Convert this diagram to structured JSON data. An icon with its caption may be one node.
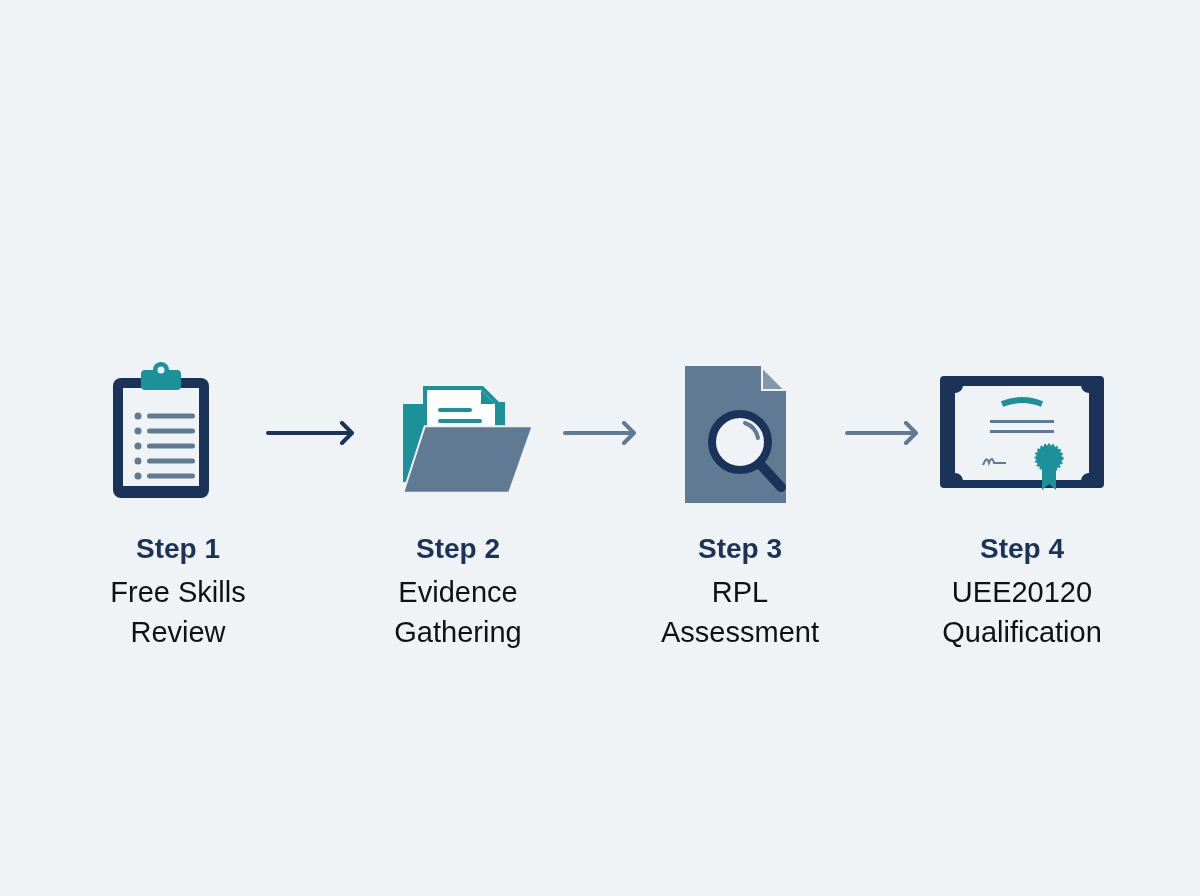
{
  "diagram": {
    "nodes": [
      {
        "text": [
          "Step 1",
          "Free Skills Review"
        ]
      },
      {
        "text": [
          "Step 2",
          "Evidence Gathering"
        ]
      },
      {
        "text": [
          "Step 3",
          "RPL Assessment"
        ]
      },
      {
        "text": [
          "Step 4",
          "UEE20120 Qualification"
        ]
      }
    ],
    "edges": [
      {
        "from": 0,
        "to": 1,
        "arrow": "to",
        "color": "#1b3358"
      },
      {
        "from": 1,
        "to": 2,
        "arrow": "to"
      },
      {
        "from": 2,
        "to": 3,
        "arrow": "to"
      }
    ]
  }
}
